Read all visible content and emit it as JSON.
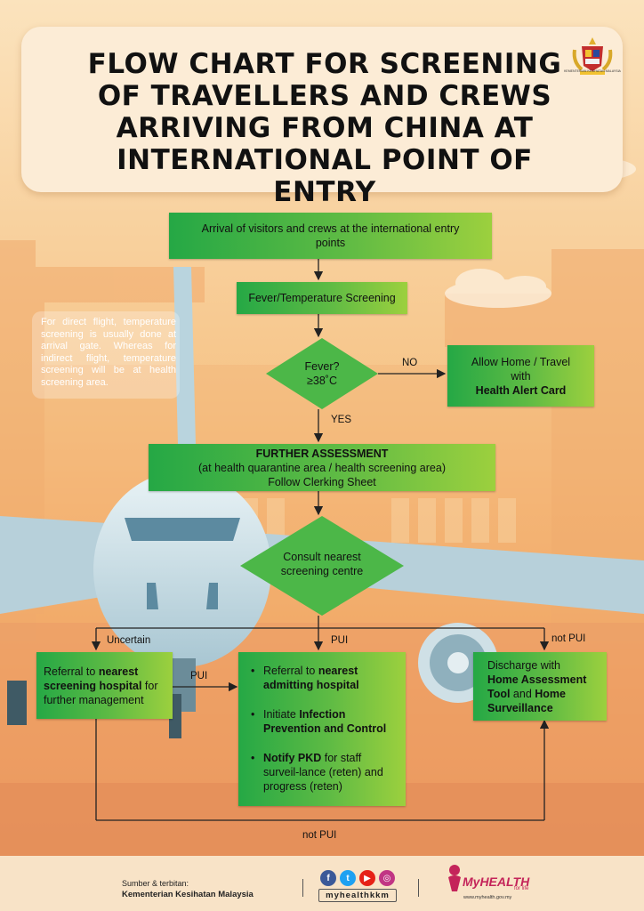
{
  "title": "FLOW CHART FOR SCREENING OF TRAVELLERS AND CREWS ARRIVING FROM CHINA AT INTERNATIONAL POINT OF ENTRY",
  "crest_text": "KEMENTERIAN KESIHATAN MALAYSIA",
  "side_note": "For direct flight, temperature screening is usually done at arrival gate. Whereas for indirect flight, temperature screening will be at health screening area.",
  "nodes": {
    "arrival": "Arrival of visitors and crews at the international entry points",
    "screening": "Fever/Temperature Screening",
    "fever_q_line1": "Fever?",
    "fever_q_line2": "≥38˚C",
    "allow_line1": "Allow Home / Travel",
    "allow_line2": "with",
    "allow_line3": "Health Alert Card",
    "further_title": "FURTHER ASSESSMENT",
    "further_line2": "(at health quarantine area / health screening area)",
    "further_line3": "Follow Clerking Sheet",
    "consult_line1": "Consult nearest",
    "consult_line2": "screening centre",
    "referral_screen_a": "Referral to ",
    "referral_screen_b": "nearest screening hospital",
    "referral_screen_c": " for further management",
    "admit_1a": "Referral to ",
    "admit_1b": "nearest admitting hospital",
    "admit_2a": "Initiate ",
    "admit_2b": "Infection Prevention and Control",
    "admit_3a": "Notify PKD",
    "admit_3b": " for staff surveil-lance  (reten) and progress (reten)",
    "discharge_a": "Discharge with ",
    "discharge_b": "Home Assessment Tool",
    "discharge_c": " and ",
    "discharge_d": "Home Surveillance"
  },
  "edge_labels": {
    "no": "NO",
    "yes": "YES",
    "uncertain": "Uncertain",
    "pui_center": "PUI",
    "not_pui_right": "not PUI",
    "pui_left": "PUI",
    "not_pui_bottom": "not PUI"
  },
  "footer": {
    "source_label": "Sumber & terbitan:",
    "source_name": "Kementerian Kesihatan Malaysia",
    "handle": "myhealthkkm",
    "brand": "MyHEALTH",
    "brand_sub": "for life",
    "url": "www.myhealth.gov.my"
  },
  "social_icons": [
    "facebook-icon",
    "twitter-icon",
    "youtube-icon",
    "instagram-icon"
  ],
  "colors": {
    "box_green_start": "#25a845",
    "box_green_end": "#9cd03e",
    "diamond_green": "#4cb748",
    "sky_top": "#fbe3bd",
    "sky_bottom": "#f2a15c",
    "footer_bg": "#f8e3c7",
    "brand_pink": "#c4245a"
  }
}
